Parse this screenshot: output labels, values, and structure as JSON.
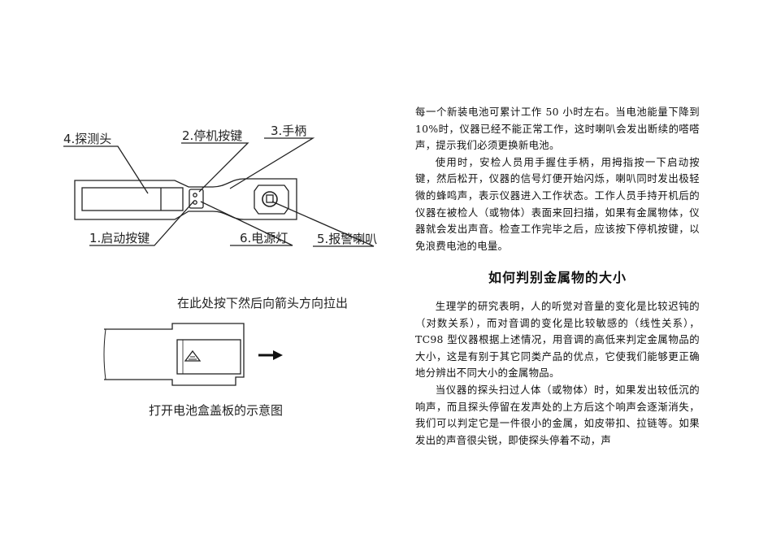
{
  "diagram1": {
    "labels": {
      "probe": "4.探测头",
      "stop_button": "2.停机按键",
      "handle": "3.手柄",
      "start_button": "1.启动按键",
      "power_light": "6.电源灯",
      "alarm_speaker": "5.报警喇叭"
    }
  },
  "diagram2": {
    "instruction": "在此处按下然后向箭头方向拉出",
    "caption": "打开电池盒盖板的示意图"
  },
  "text": {
    "para1": "每一个新装电池可累计工作 50 小时左右。当电池能量下降到 10%时，仪器已经不能正常工作，这时喇叭会发出断续的嗒嗒声，提示我们必须更换新电池。",
    "para2": "使用时，安检人员用手握住手柄，用拇指按一下启动按键，然后松开，仪器的信号灯便开始闪烁，喇叭同时发出极轻微的蜂鸣声，表示仪器进入工作状态。工作人员手持开机后的仪器在被检人（或物体）表面来回扫描，如果有金属物体，仪器就会发出声音。检查工作完毕之后，应该按下停机按键，以免浪费电池的电量。",
    "heading": "如何判别金属物的大小",
    "para3": "生理学的研究表明，人的听觉对音量的变化是比较迟钝的（对数关系），而对音调的变化是比较敏感的（线性关系），TC98 型仪器根据上述情况，用音调的高低来判定金属物品的大小，这是有别于其它同类产品的优点，它使我们能够更正确地分辨出不同大小的金属物品。",
    "para4": "当仪器的探头扫过人体（或物体）时，如果发出较低沉的响声，而且探头停留在发声处的上方后这个响声会逐渐消失，我们可以判定它是一件很小的金属，如皮带扣、拉链等。如果发出的声音很尖锐，即使探头停着不动，声"
  }
}
